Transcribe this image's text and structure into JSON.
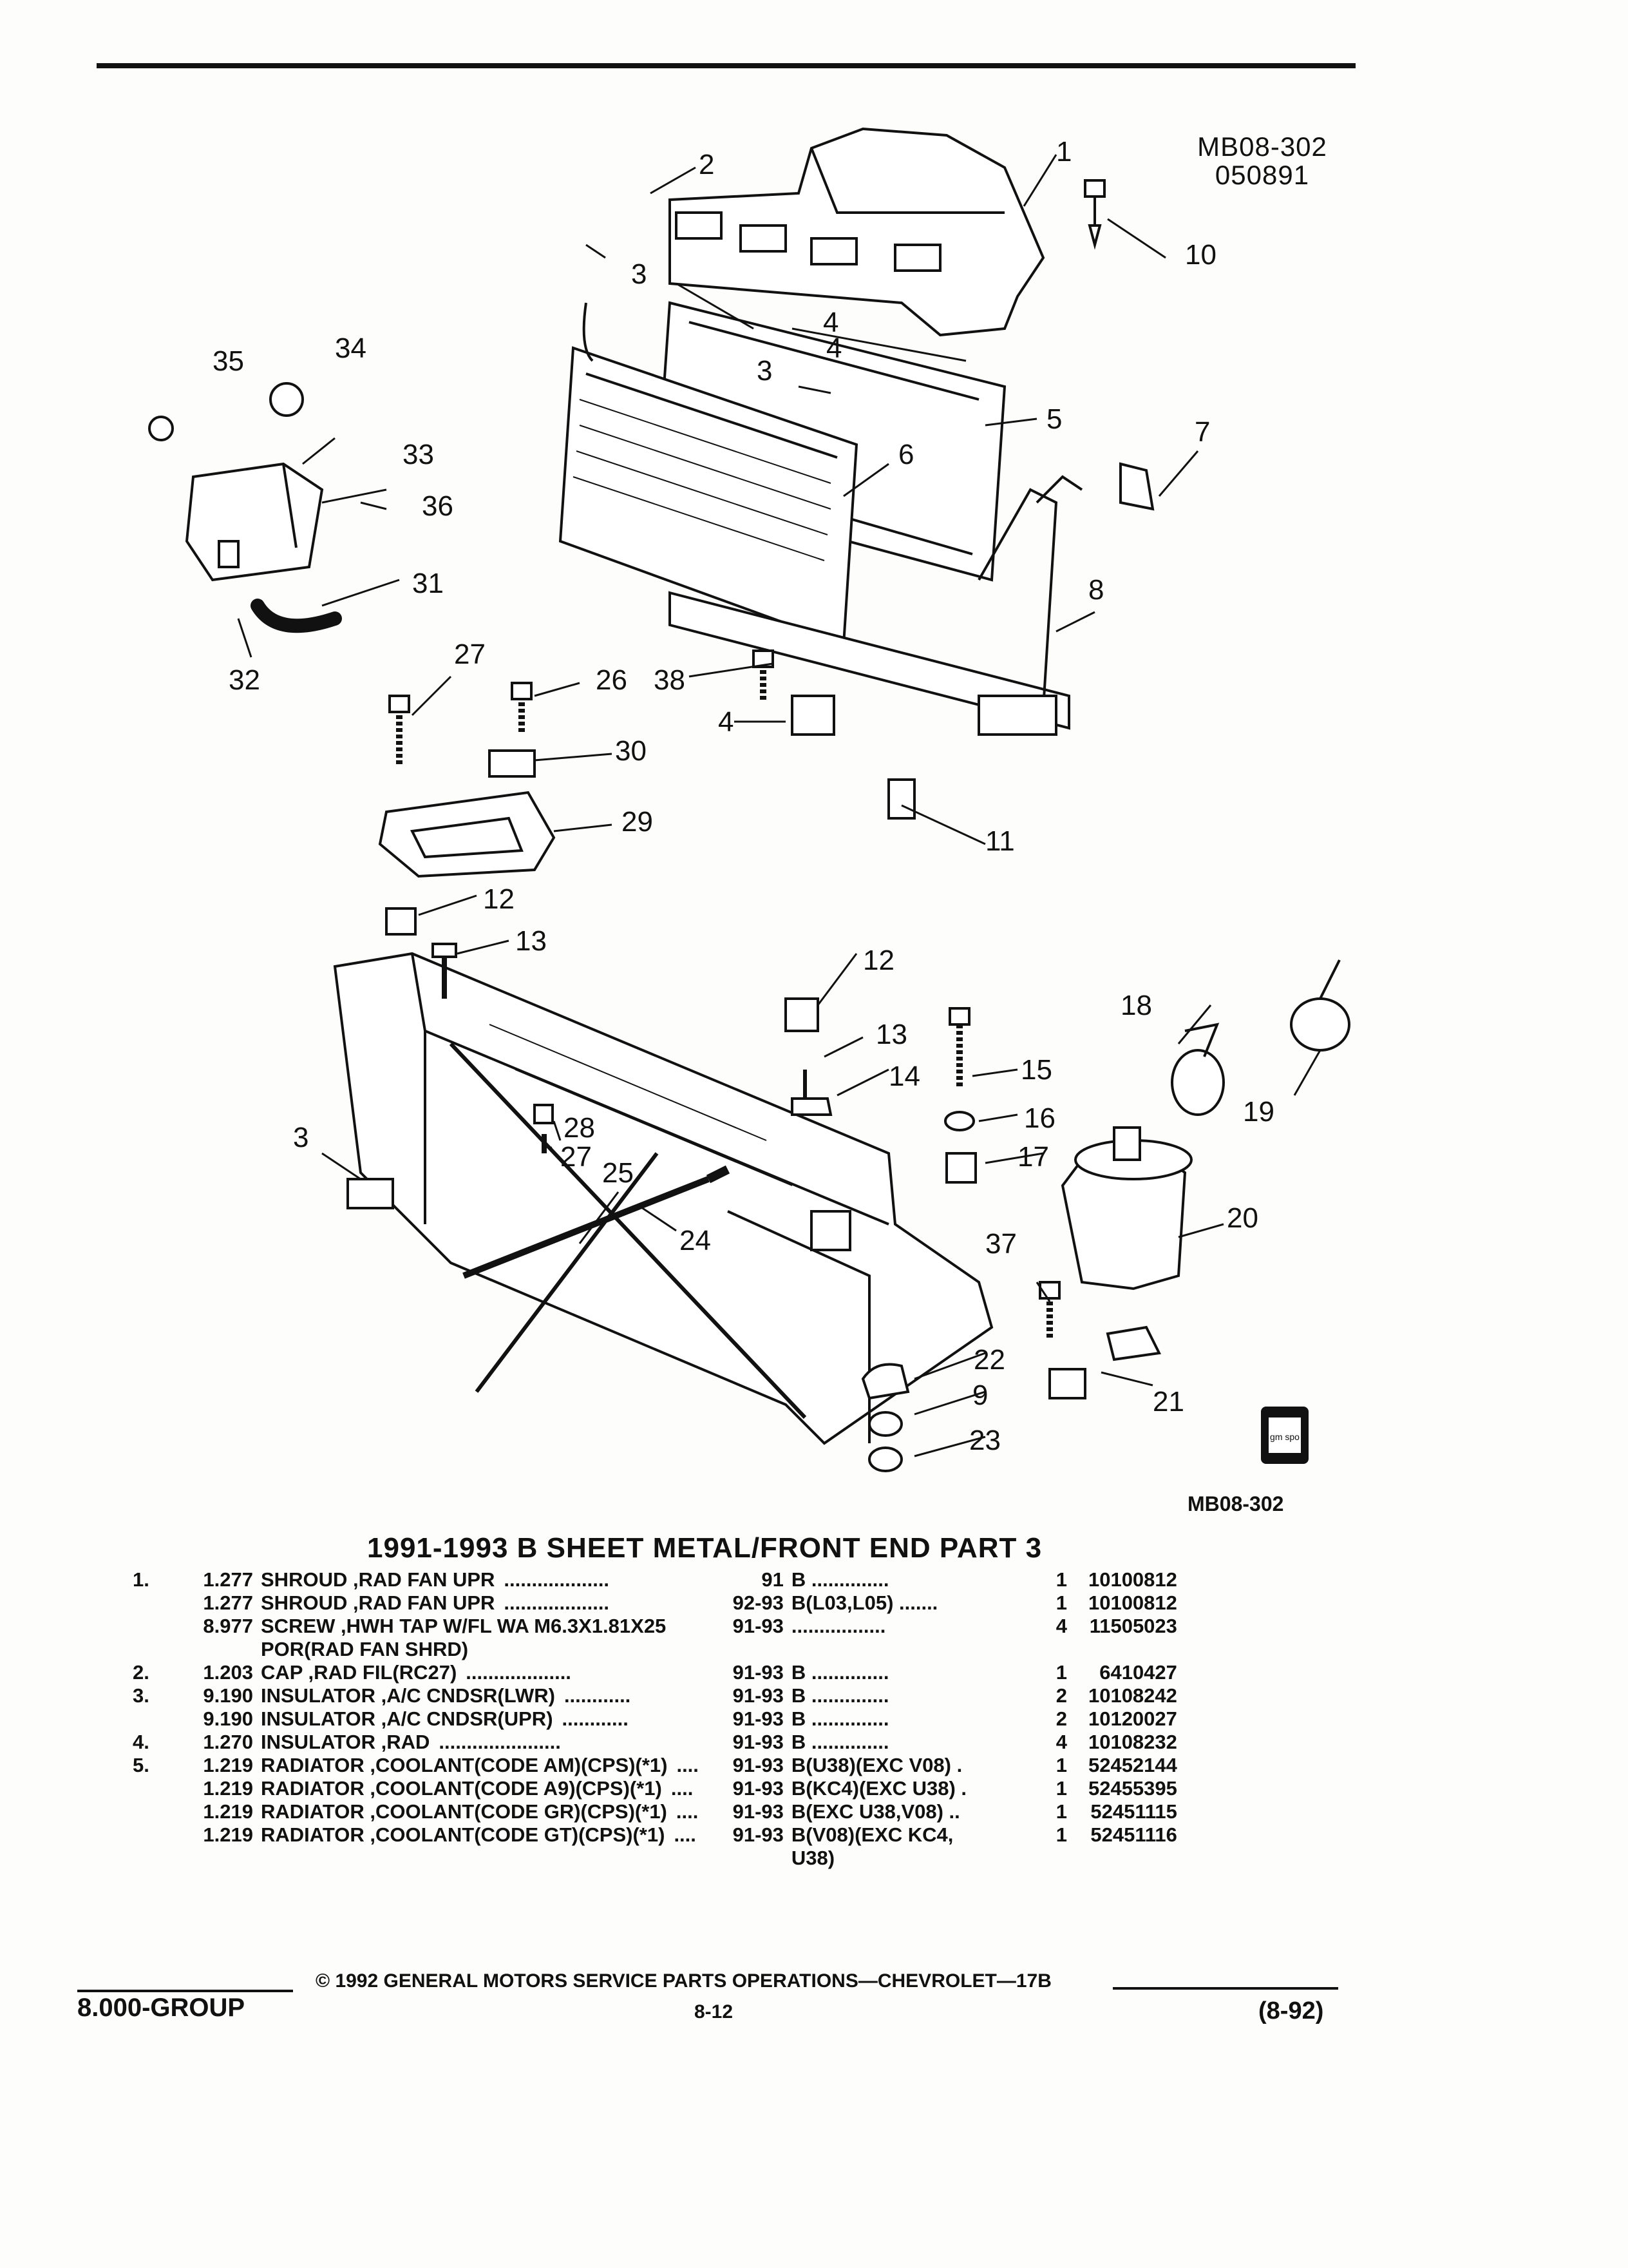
{
  "header": {
    "ref_code": "MB08-302",
    "ref_date": "050891"
  },
  "diagram": {
    "callouts": [
      "1",
      "2",
      "3",
      "4",
      "5",
      "6",
      "7",
      "8",
      "10",
      "11",
      "26",
      "27",
      "29",
      "30",
      "31",
      "32",
      "33",
      "34",
      "35",
      "36",
      "38",
      "3",
      "4",
      "12",
      "13",
      "12",
      "13",
      "14",
      "15",
      "16",
      "17",
      "18",
      "19",
      "20",
      "21",
      "22",
      "9",
      "23",
      "24",
      "25",
      "27",
      "28",
      "37",
      "3",
      "4"
    ],
    "logo_text": "gm spo",
    "ref_bottom": "MB08-302"
  },
  "section": {
    "title": "1991-1993 B SHEET METAL/FRONT END PART 3"
  },
  "parts_list": {
    "rows": [
      {
        "no": "1.",
        "cat": "1.277",
        "desc": "SHROUD ,RAD FAN UPR",
        "dots": "...................",
        "yr": "91",
        "mod": "B ..............",
        "qty": "1",
        "pn": "10100812"
      },
      {
        "no": "",
        "cat": "1.277",
        "desc": "SHROUD ,RAD FAN UPR",
        "dots": "...................",
        "yr": "92-93",
        "mod": "B(L03,L05) .......",
        "qty": "1",
        "pn": "10100812"
      },
      {
        "no": "",
        "cat": "8.977",
        "desc": "SCREW ,HWH TAP W/FL WA M6.3X1.81X25",
        "dots": "",
        "yr": "91-93",
        "mod": ".................",
        "qty": "4",
        "pn": "11505023"
      },
      {
        "no": "",
        "cat": "",
        "desc": "POR(RAD FAN SHRD)",
        "dots": "",
        "yr": "",
        "mod": "",
        "qty": "",
        "pn": ""
      },
      {
        "no": "2.",
        "cat": "1.203",
        "desc": "CAP ,RAD FIL(RC27)",
        "dots": "...................",
        "yr": "91-93",
        "mod": "B ..............",
        "qty": "1",
        "pn": "6410427"
      },
      {
        "no": "3.",
        "cat": "9.190",
        "desc": "INSULATOR ,A/C CNDSR(LWR)",
        "dots": "............",
        "yr": "91-93",
        "mod": "B ..............",
        "qty": "2",
        "pn": "10108242"
      },
      {
        "no": "",
        "cat": "9.190",
        "desc": "INSULATOR ,A/C CNDSR(UPR)",
        "dots": "............",
        "yr": "91-93",
        "mod": "B ..............",
        "qty": "2",
        "pn": "10120027"
      },
      {
        "no": "4.",
        "cat": "1.270",
        "desc": "INSULATOR ,RAD",
        "dots": "......................",
        "yr": "91-93",
        "mod": "B ..............",
        "qty": "4",
        "pn": "10108232"
      },
      {
        "no": "5.",
        "cat": "1.219",
        "desc": "RADIATOR ,COOLANT(CODE AM)(CPS)(*1)",
        "dots": "....",
        "yr": "91-93",
        "mod": "B(U38)(EXC V08) .",
        "qty": "1",
        "pn": "52452144"
      },
      {
        "no": "",
        "cat": "1.219",
        "desc": "RADIATOR ,COOLANT(CODE A9)(CPS)(*1)",
        "dots": "....",
        "yr": "91-93",
        "mod": "B(KC4)(EXC U38) .",
        "qty": "1",
        "pn": "52455395"
      },
      {
        "no": "",
        "cat": "1.219",
        "desc": "RADIATOR ,COOLANT(CODE GR)(CPS)(*1)",
        "dots": "....",
        "yr": "91-93",
        "mod": "B(EXC U38,V08) ..",
        "qty": "1",
        "pn": "52451115"
      },
      {
        "no": "",
        "cat": "1.219",
        "desc": "RADIATOR ,COOLANT(CODE GT)(CPS)(*1)",
        "dots": "....",
        "yr": "91-93",
        "mod": "B(V08)(EXC KC4,",
        "qty": "1",
        "pn": "52451116"
      },
      {
        "no": "",
        "cat": "",
        "desc": "",
        "dots": "",
        "yr": "",
        "mod": "U38)",
        "qty": "",
        "pn": ""
      }
    ]
  },
  "footer": {
    "copyright": "© 1992 GENERAL MOTORS SERVICE PARTS OPERATIONS—CHEVROLET—17B",
    "page": "8-12",
    "group": "8.000-GROUP",
    "date": "(8-92)"
  }
}
